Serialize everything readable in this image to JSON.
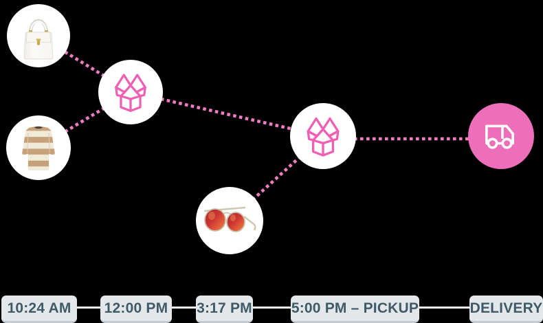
{
  "illustration": {
    "name": "package-delivery-timeline",
    "background": "#000000"
  },
  "colors": {
    "accent_pink": "#ed6fba",
    "box_outline_pink": "#ef5fb4",
    "dotted_line_pink": "#ee7cc3",
    "node_background": "#ffffff",
    "chip_background": "#e5e8ea",
    "chip_text": "#3f5a68",
    "chip_bottom_edge": "#c3cbd0",
    "chip_connector": "#eff1f2",
    "truck_icon_stroke": "#ffffff"
  },
  "nodes": [
    {
      "id": "handbag",
      "icon": "handbag-image"
    },
    {
      "id": "packing-box-1",
      "icon": "open-box-icon"
    },
    {
      "id": "sweater",
      "icon": "sweater-image"
    },
    {
      "id": "sunglasses",
      "icon": "sunglasses-image"
    },
    {
      "id": "packing-box-2",
      "icon": "open-box-icon"
    },
    {
      "id": "delivery-truck",
      "icon": "delivery-truck-icon"
    }
  ],
  "timeline": {
    "labels": [
      "10:24 AM",
      "12:00 PM",
      "3:17 PM",
      "5:00 PM – PICKUP",
      "DELIVERY"
    ]
  }
}
